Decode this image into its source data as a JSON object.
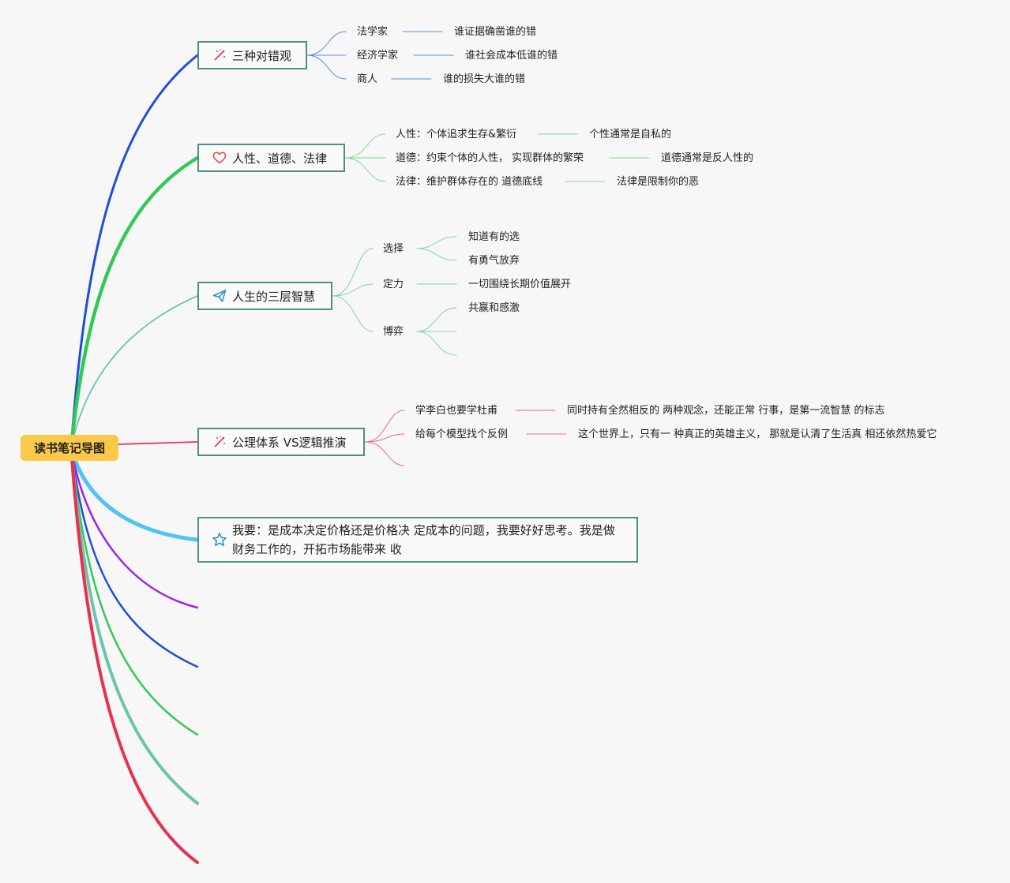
{
  "root": {
    "label": "读书笔记导图",
    "color": "#fbc94a"
  },
  "branches": [
    {
      "label": "三种对错观",
      "icon": "magic-wand-icon",
      "color": "#1f4ed8",
      "children": [
        {
          "label": "法学家",
          "children": [
            {
              "label": "谁证据确凿谁的错"
            }
          ]
        },
        {
          "label": "经济学家",
          "children": [
            {
              "label": "谁社会成本低谁的错"
            }
          ]
        },
        {
          "label": "商人",
          "children": [
            {
              "label": "谁的损失大谁的错"
            }
          ]
        }
      ]
    },
    {
      "label": "人性、道德、法律",
      "icon": "heart-icon",
      "color": "#34c85a",
      "children": [
        {
          "label": "人性：个体追求生存&繁衍",
          "children": [
            {
              "label": "个性通常是自私的"
            }
          ]
        },
        {
          "label": "道德：约束个体的人性， 实现群体的繁荣",
          "children": [
            {
              "label": "道德通常是反人性的"
            }
          ]
        },
        {
          "label": "法律：维护群体存在的 道德底线",
          "children": [
            {
              "label": "法律是限制你的恶"
            }
          ]
        }
      ]
    },
    {
      "label": "人生的三层智慧",
      "icon": "paper-plane-icon",
      "color": "#6cc4ad",
      "children": [
        {
          "label": "选择",
          "children": [
            {
              "label": "知道有的选"
            },
            {
              "label": "有勇气放弃"
            }
          ]
        },
        {
          "label": "定力",
          "children": [
            {
              "label": "一切围绕长期价值展开"
            }
          ]
        },
        {
          "label": "博弈",
          "children": [
            {
              "label": "共赢和感激"
            },
            {
              "label": ""
            },
            {
              "label": ""
            }
          ]
        }
      ]
    },
    {
      "label": "公理体系 VS逻辑推演",
      "icon": "magic-wand-icon",
      "color": "#e8304f",
      "children": [
        {
          "label": "学李白也要学杜甫",
          "children": [
            {
              "label": "同时持有全然相反的 两种观念，还能正常 行事，是第一流智慧 的标志"
            }
          ]
        },
        {
          "label": "给每个模型找个反例",
          "children": [
            {
              "label": "这个世界上，只有一 种真正的英雄主义， 那就是认清了生活真 相还依然热爱它"
            }
          ]
        },
        {
          "label": "",
          "children": []
        }
      ]
    },
    {
      "label": "我要：是成本决定价格还是价格决 定成本的问题，我要好好思考。我是做财务工作的，开拓市场能带来 收",
      "icon": "star-icon",
      "color": "#4fc3f7",
      "children": []
    }
  ],
  "empty_branch_colors": [
    "#a020f0",
    "#1f4ed8",
    "#34c85a",
    "#6cc4ad",
    "#e8304f"
  ],
  "wand_color": "#e8304f",
  "heart_color": "#e05050",
  "plane_color": "#2b8fc0",
  "star_color": "#2b8fc0"
}
